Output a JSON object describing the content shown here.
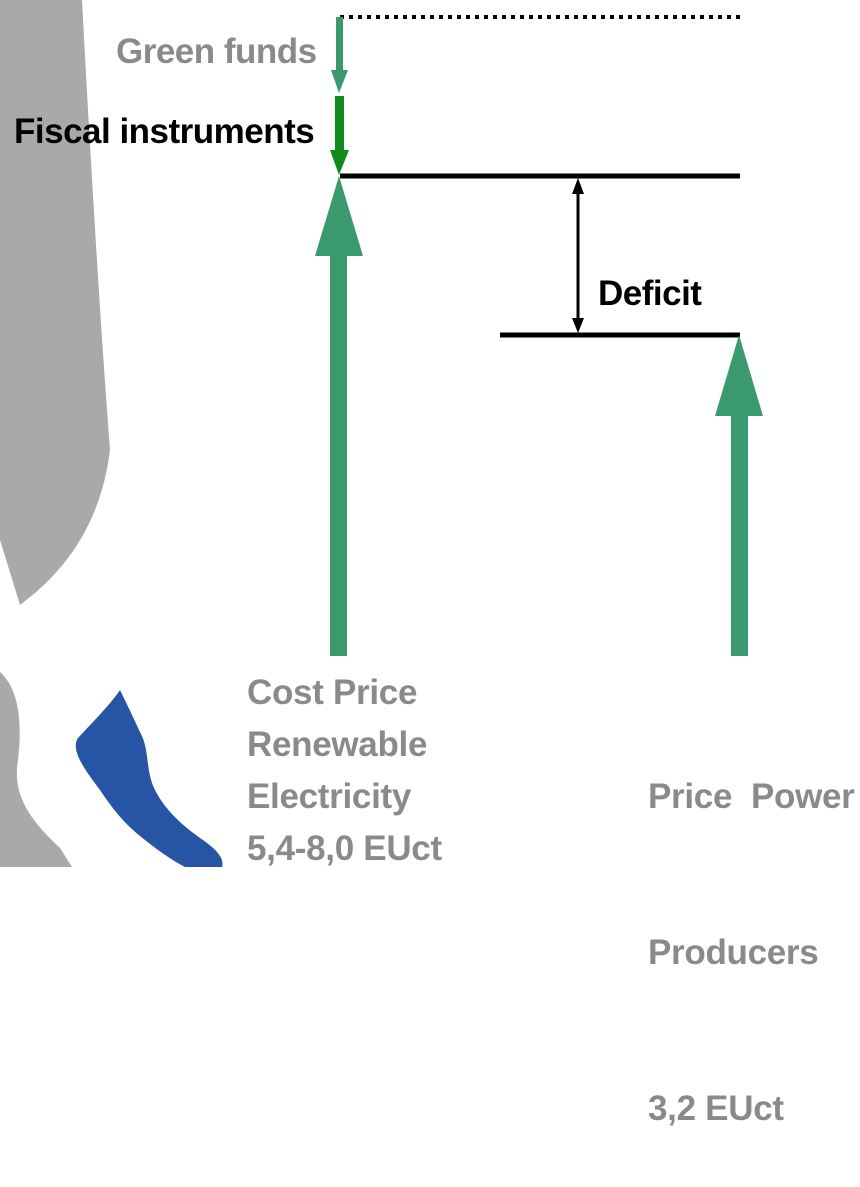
{
  "colors": {
    "background": "#ffffff",
    "decor_gray": "#a9a9ab",
    "decor_blue": "#2755a6",
    "arrow_green": "#3a9a6e",
    "bright_green": "#118a1c",
    "line": "#000000",
    "label_gray": "#8a8a8c",
    "label_black": "#000000"
  },
  "labels": {
    "green_funds": "Green funds",
    "fiscal_instruments": "Fiscal instruments",
    "deficit": "Deficit"
  },
  "cost_price": {
    "line1": "Cost Price",
    "line2": "Renewable",
    "line3": "Electricity",
    "line4": "5,4-8,0 EUct"
  },
  "producer_price": {
    "line1": "Price  Power",
    "line2": "Producers",
    "line3": "3,2 EUct"
  }
}
